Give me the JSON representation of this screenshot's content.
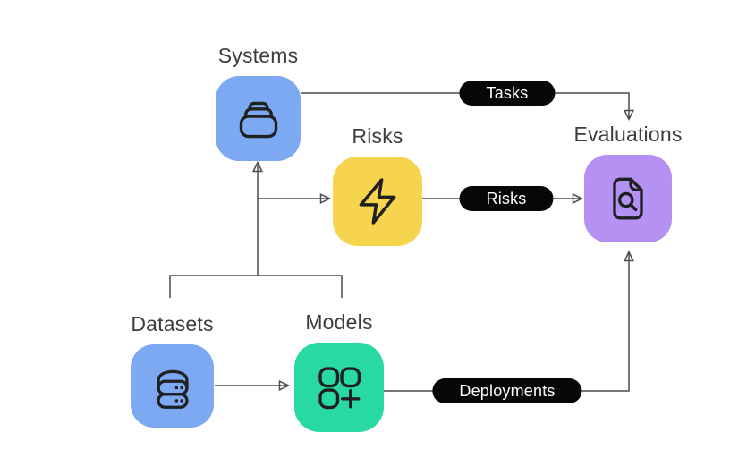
{
  "diagram": {
    "background_color": "#ffffff",
    "line_color": "#4c4c4c",
    "label_text_color": "#3d3d3d",
    "icon_stroke_color": "#202020",
    "pill_style": {
      "background": "#070707",
      "text_color": "#ffffff"
    },
    "nodes": {
      "systems": {
        "label": "Systems",
        "icon": "archive-stack-icon",
        "color": "#7da9f2"
      },
      "risks": {
        "label": "Risks",
        "icon": "lightning-icon",
        "color": "#f6d44e"
      },
      "evaluations": {
        "label": "Evaluations",
        "icon": "file-search-icon",
        "color": "#b591f4"
      },
      "datasets": {
        "label": "Datasets",
        "icon": "database-icon",
        "color": "#7da9f2"
      },
      "models": {
        "label": "Models",
        "icon": "apps-plus-icon",
        "color": "#28d9a3"
      }
    },
    "edge_pills": {
      "tasks": {
        "label": "Tasks"
      },
      "risks": {
        "label": "Risks"
      },
      "deployments": {
        "label": "Deployments"
      }
    },
    "edges": [
      {
        "from": "Systems",
        "to": "Evaluations",
        "label": "Tasks"
      },
      {
        "from": "Risks",
        "to": "Evaluations",
        "label": "Risks"
      },
      {
        "from": "Models",
        "to": "Evaluations",
        "label": "Deployments"
      },
      {
        "from": "Datasets",
        "to": "Models",
        "label": ""
      },
      {
        "from": "Datasets & Models",
        "to": "Systems",
        "label": ""
      },
      {
        "from": "Datasets & Models",
        "to": "Risks",
        "label": ""
      }
    ]
  }
}
